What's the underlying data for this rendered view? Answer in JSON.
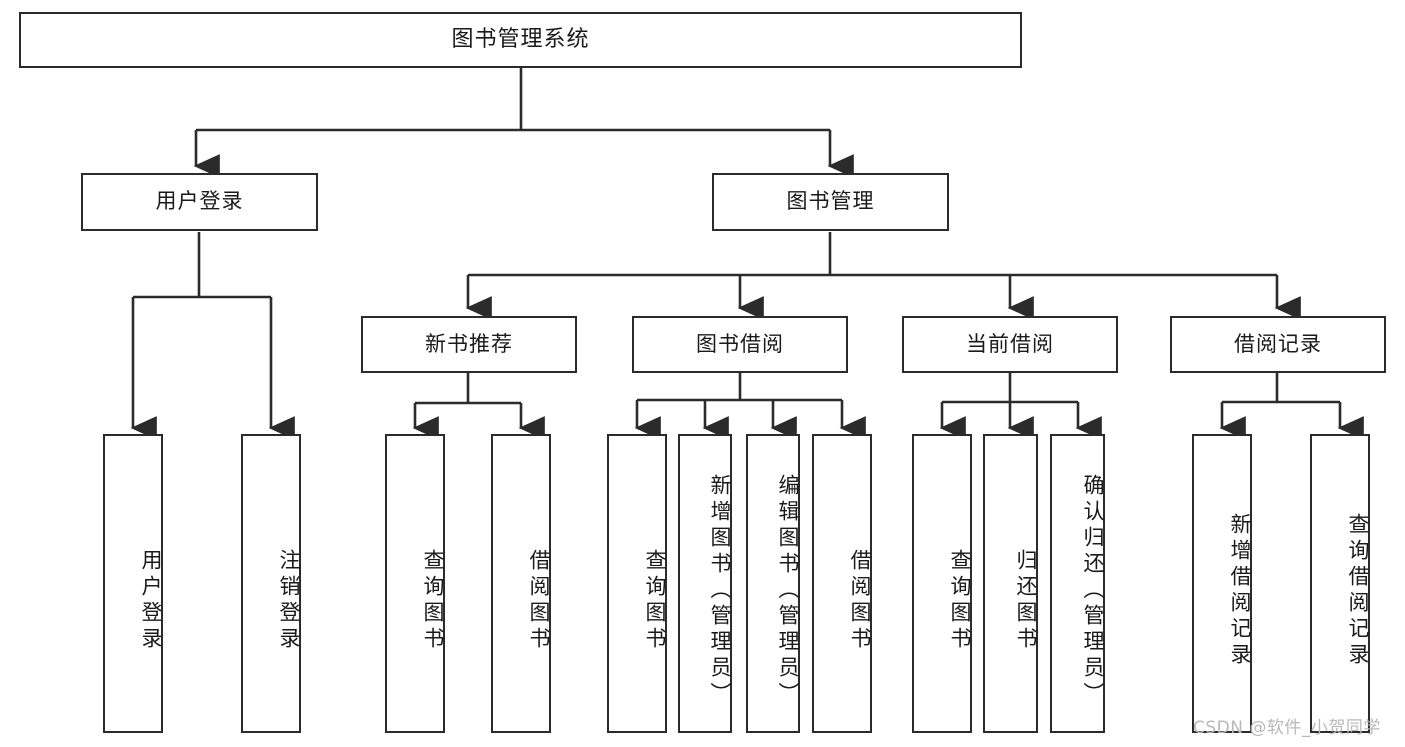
{
  "diagram": {
    "title": "图书管理系统",
    "type": "tree-hierarchy",
    "colors": {
      "background": "#ffffff",
      "node_fill": "#ffffff",
      "node_stroke": "#2b2b2b",
      "text": "#1a1a1a",
      "watermark": "#b9b9b9"
    },
    "root": {
      "label": "图书管理系统"
    },
    "level1": [
      {
        "label": "用户登录"
      },
      {
        "label": "图书管理"
      }
    ],
    "level2": [
      {
        "label": "新书推荐"
      },
      {
        "label": "图书借阅"
      },
      {
        "label": "当前借阅"
      },
      {
        "label": "借阅记录"
      }
    ],
    "leaves": {
      "user_login": [
        {
          "label": "用户登录"
        },
        {
          "label": "注销登录"
        }
      ],
      "new_book_recommend": [
        {
          "label": "查询图书"
        },
        {
          "label": "借阅图书"
        }
      ],
      "book_borrow": [
        {
          "label": "查询图书"
        },
        {
          "label": "新增图书（管理员）"
        },
        {
          "label": "编辑图书（管理员）"
        },
        {
          "label": "借阅图书"
        }
      ],
      "current_borrow": [
        {
          "label": "查询图书"
        },
        {
          "label": "归还图书"
        },
        {
          "label": "确认归还（管理员）"
        }
      ],
      "borrow_record": [
        {
          "label": "新增借阅记录"
        },
        {
          "label": "查询借阅记录"
        }
      ]
    }
  },
  "watermark": {
    "text": "CSDN @软件_小贺同学"
  }
}
